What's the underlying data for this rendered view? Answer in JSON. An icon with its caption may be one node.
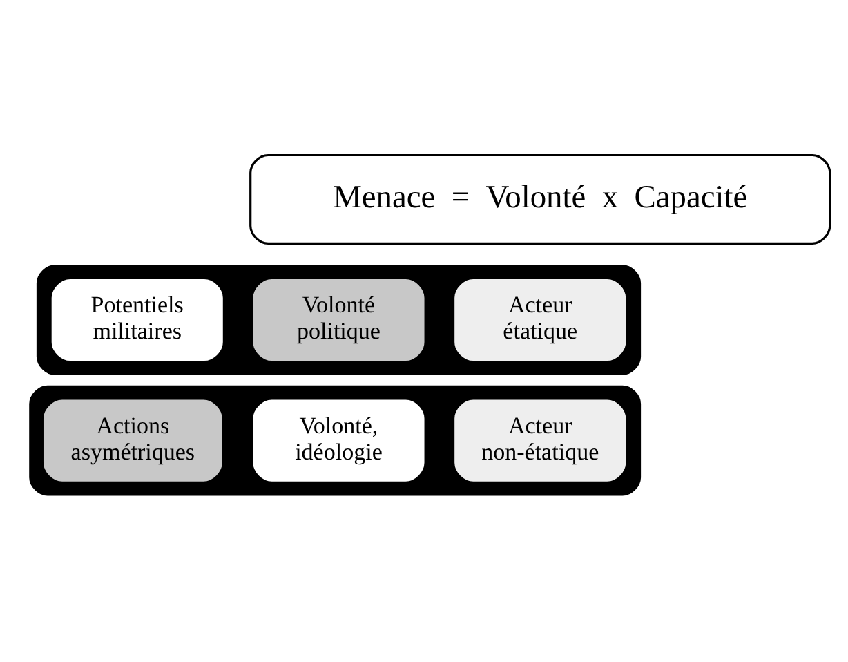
{
  "diagram": {
    "nodes": [
      {
        "text": [
          "Menace  =  Volonté  x  Capacité"
        ]
      },
      {
        "text": [],
        "shape": "box"
      },
      {
        "text": [
          "Acteur étatique"
        ],
        "in": 1
      },
      {
        "text": [
          "Volonté politique"
        ],
        "in": 1
      },
      {
        "text": [
          "Potentiels militaires"
        ],
        "in": 1
      },
      {
        "text": [],
        "shape": "box"
      },
      {
        "text": [
          "Acteur non-étatique"
        ],
        "in": 5
      },
      {
        "text": [
          "Volonté, idéologie"
        ],
        "in": 5
      },
      {
        "text": [
          "Actions asymétriques"
        ],
        "in": 5
      }
    ],
    "edges": []
  }
}
